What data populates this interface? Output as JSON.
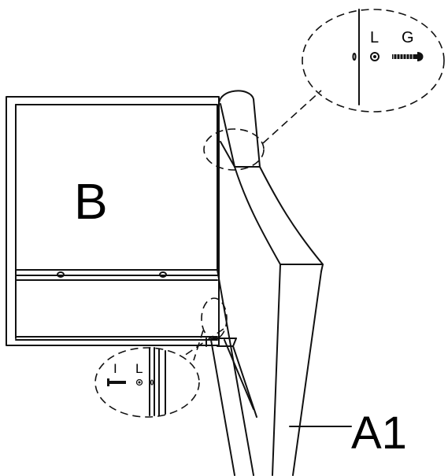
{
  "labels": {
    "panel": "B",
    "door": "A1",
    "top_detail_hinge": "L",
    "top_detail_screw": "G",
    "bottom_detail_screw": "I",
    "bottom_detail_hinge": "L"
  }
}
